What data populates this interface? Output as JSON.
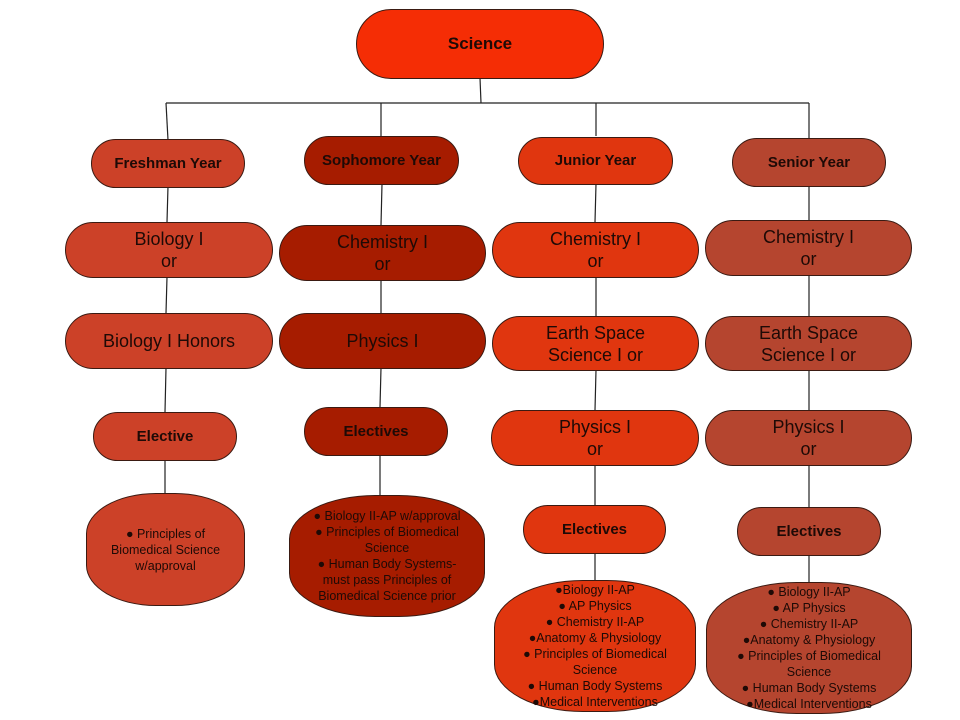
{
  "root": {
    "label": "Science",
    "color": "#f52d05"
  },
  "columns": [
    {
      "year": "Freshman Year",
      "color": "#cc4128",
      "courses": [
        "Biology I\nor",
        "Biology I Honors"
      ],
      "electives_label": "Elective",
      "electives": [
        "● Principles of Biomedical Science w/approval"
      ]
    },
    {
      "year": "Sophomore Year",
      "color": "#a61c00",
      "courses": [
        "Chemistry I\nor",
        "Physics I"
      ],
      "electives_label": "Electives",
      "electives": [
        "● Biology II-AP w/approval",
        "● Principles of Biomedical Science",
        "● Human Body Systems- must pass Principles of Biomedical Science prior"
      ]
    },
    {
      "year": "Junior Year",
      "color": "#e0360f",
      "courses": [
        "Chemistry I\nor",
        "Earth Space Science I or",
        "Physics I\nor"
      ],
      "electives_label": "Electives",
      "electives": [
        "●Biology II-AP",
        "● AP Physics",
        "● Chemistry II-AP",
        "●Anatomy & Physiology",
        "● Principles of Biomedical Science",
        "● Human Body Systems",
        "●Medical Interventions"
      ]
    },
    {
      "year": "Senior Year",
      "color": "#b5452f",
      "courses": [
        "Chemistry I\nor",
        "Earth Space Science I or",
        "Physics I\nor"
      ],
      "electives_label": "Electives",
      "electives": [
        "● Biology II-AP",
        "● AP Physics",
        "● Chemistry II-AP",
        "●Anatomy & Physiology",
        "● Principles of Biomedical Science",
        "● Human Body Systems",
        "●Medical Interventions"
      ]
    }
  ]
}
